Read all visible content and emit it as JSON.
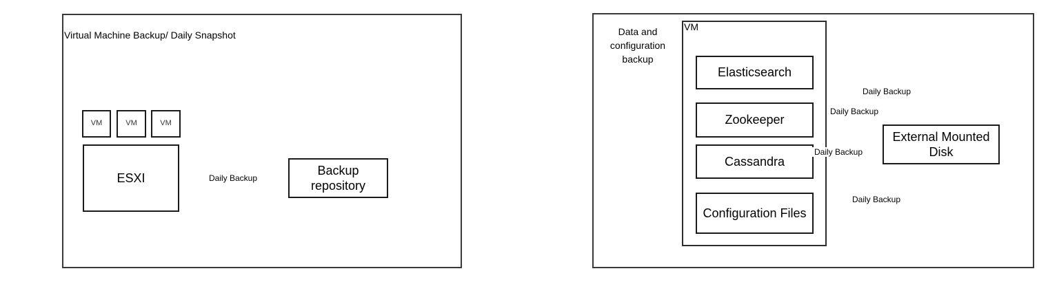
{
  "canvas": {
    "background": "#ffffff",
    "line_color": "#000000",
    "panel_border_color": "#383838",
    "node_border_color": "#1a1a1a"
  },
  "left_panel": {
    "title": "Virtual Machine Backup/ Daily Snapshot",
    "vm_box_labels": [
      "VM",
      "VM",
      "VM"
    ],
    "esxi_label": "ESXI",
    "arrow_label": "Daily Backup",
    "backup_repository_label": "Backup repository"
  },
  "right_panel": {
    "title": "Data and configuration backup",
    "vm_container_label": "VM",
    "services": [
      "Elasticsearch",
      "Zookeeper",
      "Cassandra",
      "Configuration Files"
    ],
    "disk_label": "External Mounted Disk",
    "edge_labels": {
      "elasticsearch": "Daily Backup",
      "zookeeper": "Daily Backup",
      "cassandra": "Daily Backup",
      "configuration_files": "Daily Backup"
    }
  }
}
